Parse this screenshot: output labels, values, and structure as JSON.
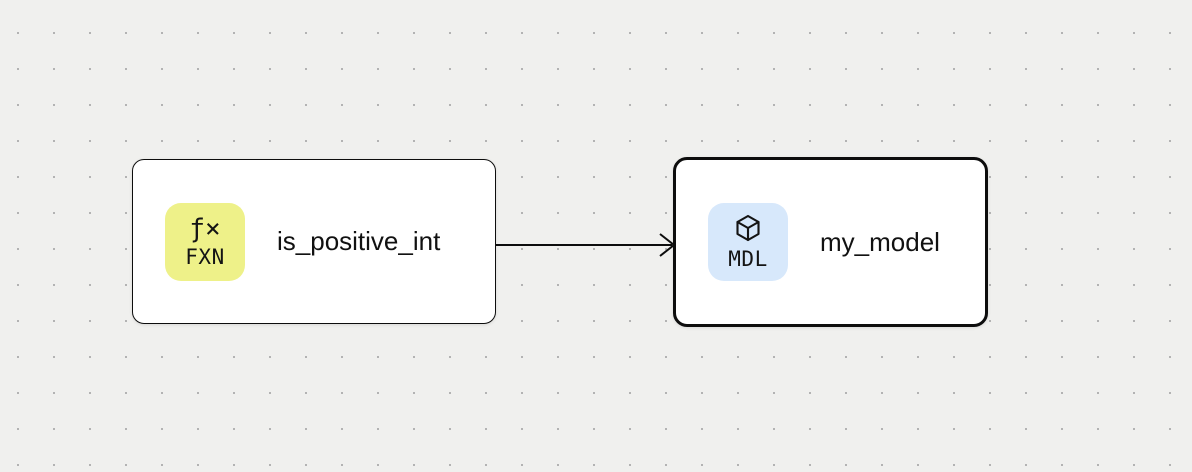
{
  "canvas": {
    "background_color": "#f0f0ee",
    "dot_color": "#b3b3b3"
  },
  "nodes": [
    {
      "label": "is_positive_int",
      "type": "function",
      "selected": false,
      "badge": {
        "symbol": "ƒ×",
        "tag": "FXN",
        "background": "#eef189"
      }
    },
    {
      "label": "my_model",
      "type": "model",
      "selected": true,
      "badge": {
        "icon": "cube-icon",
        "tag": "MDL",
        "background": "#d7e8fb"
      }
    }
  ],
  "edges": [
    {
      "from": "is_positive_int",
      "to": "my_model"
    }
  ]
}
